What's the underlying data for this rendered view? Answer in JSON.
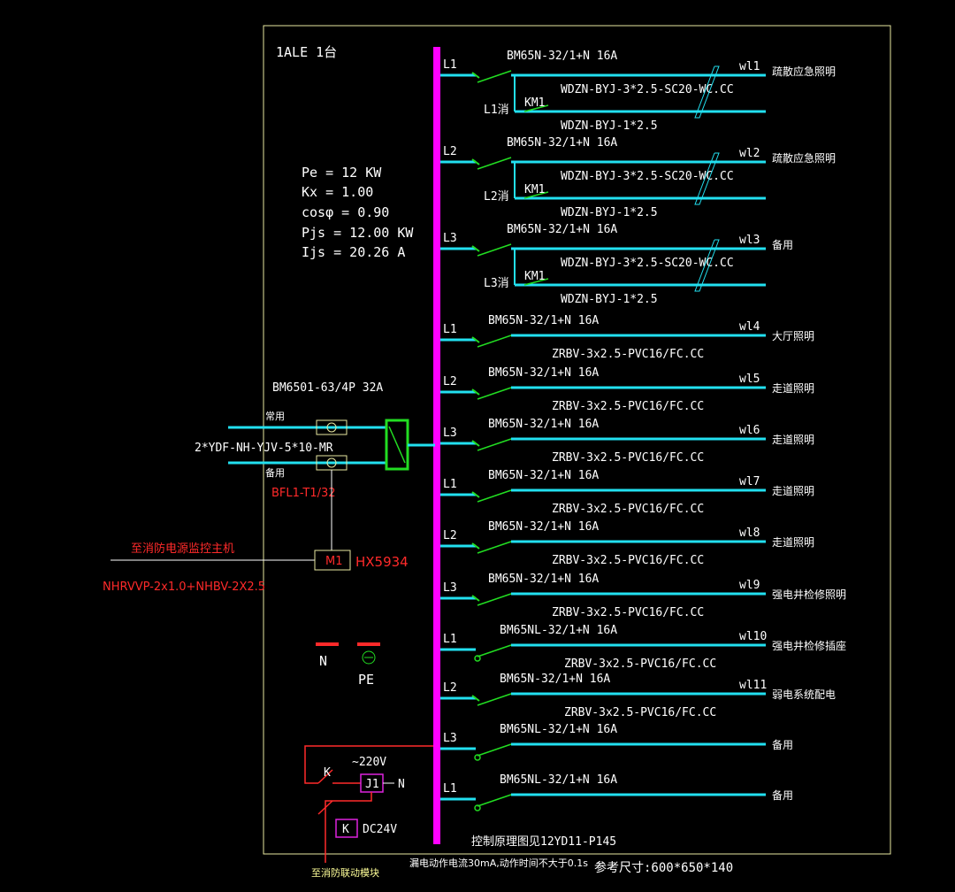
{
  "panel": {
    "title": "1ALE  1台",
    "params": [
      "Pe = 12 KW",
      "Kx = 1.00",
      "cosφ = 0.90",
      "Pjs = 12.00 KW",
      "Ijs = 20.26 A"
    ]
  },
  "incoming": {
    "breaker": "BM6501-63/4P 32A",
    "cable": "2*YDF-NH-YJV-5*10-MR",
    "normal_label": "常用",
    "backup_label": "备用",
    "spd": "BFL1-T1/32",
    "monitor_text": "至消防电源监控主机",
    "monitor_cable": "NHRVVP-2x1.0+NHBV-2X2.5",
    "module_label": "M1",
    "module_model": "HX5934"
  },
  "bars": {
    "n": "N",
    "pe": "PE"
  },
  "control": {
    "k_label": "K",
    "voltage": "~220V",
    "relay": "J1",
    "n_label": "N",
    "k2_label": "K",
    "dc": "DC24V",
    "linkage": "至消防联动模块"
  },
  "notes": {
    "control_ref": "控制原理图见12YD11-P145",
    "leakage": "漏电动作电流30mA,动作时间不大于0.1s",
    "size": "参考尺寸:600*650*140"
  },
  "circuits": [
    {
      "phase": "L1",
      "breaker": "BM65N-32/1+N  16A",
      "cable": "WDZN-BYJ-3*2.5-SC20-WC.CC",
      "cable2": "WDZN-BYJ-1*2.5",
      "km": "KM1",
      "fire": "L1消",
      "id": "wl1",
      "load": "疏散应急照明"
    },
    {
      "phase": "L2",
      "breaker": "BM65N-32/1+N  16A",
      "cable": "WDZN-BYJ-3*2.5-SC20-WC.CC",
      "cable2": "WDZN-BYJ-1*2.5",
      "km": "KM1",
      "fire": "L2消",
      "id": "wl2",
      "load": "疏散应急照明"
    },
    {
      "phase": "L3",
      "breaker": "BM65N-32/1+N  16A",
      "cable": "WDZN-BYJ-3*2.5-SC20-WC.CC",
      "cable2": "WDZN-BYJ-1*2.5",
      "km": "KM1",
      "fire": "L3消",
      "id": "wl3",
      "load": "备用"
    },
    {
      "phase": "L1",
      "breaker": "BM65N-32/1+N  16A",
      "cable": "ZRBV-3x2.5-PVC16/FC.CC",
      "id": "wl4",
      "load": "大厅照明"
    },
    {
      "phase": "L2",
      "breaker": "BM65N-32/1+N  16A",
      "cable": "ZRBV-3x2.5-PVC16/FC.CC",
      "id": "wl5",
      "load": "走道照明"
    },
    {
      "phase": "L3",
      "breaker": "BM65N-32/1+N  16A",
      "cable": "ZRBV-3x2.5-PVC16/FC.CC",
      "id": "wl6",
      "load": "走道照明"
    },
    {
      "phase": "L1",
      "breaker": "BM65N-32/1+N  16A",
      "cable": "ZRBV-3x2.5-PVC16/FC.CC",
      "id": "wl7",
      "load": "走道照明"
    },
    {
      "phase": "L2",
      "breaker": "BM65N-32/1+N  16A",
      "cable": "ZRBV-3x2.5-PVC16/FC.CC",
      "id": "wl8",
      "load": "走道照明"
    },
    {
      "phase": "L3",
      "breaker": "BM65N-32/1+N  16A",
      "cable": "ZRBV-3x2.5-PVC16/FC.CC",
      "id": "wl9",
      "load": "强电井检修照明"
    },
    {
      "phase": "L1",
      "breaker": "BM65NL-32/1+N  16A",
      "cable": "ZRBV-3x2.5-PVC16/FC.CC",
      "id": "wl10",
      "load": "强电井检修插座"
    },
    {
      "phase": "L2",
      "breaker": "BM65N-32/1+N  16A",
      "cable": "ZRBV-3x2.5-PVC16/FC.CC",
      "id": "wl11",
      "load": "弱电系统配电"
    },
    {
      "phase": "L3",
      "breaker": "BM65NL-32/1+N  16A",
      "cable": "",
      "id": "",
      "load": "备用"
    },
    {
      "phase": "L1",
      "breaker": "BM65NL-32/1+N  16A",
      "cable": "",
      "id": "",
      "load": "备用"
    }
  ]
}
